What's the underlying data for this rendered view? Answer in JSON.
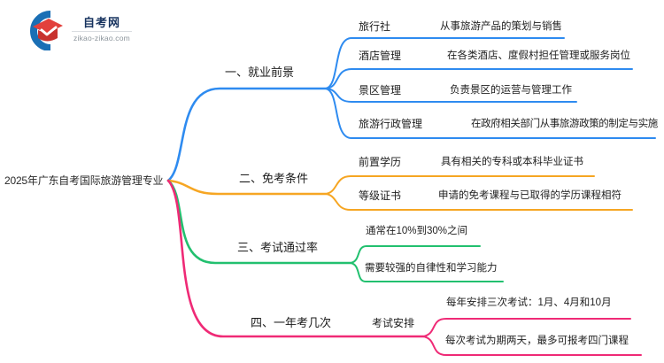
{
  "logo": {
    "title": "自考网",
    "domain": "zikao-zikao.com",
    "colors": {
      "icon_blue": "#1A6FB5",
      "icon_red": "#E2403C",
      "icon_red_dark": "#C8332F",
      "title": "#17335F",
      "domain": "#8B949B"
    }
  },
  "root": {
    "title": "2025年广东自考国际旅游管理专业"
  },
  "branches": [
    {
      "label": "一、就业前景",
      "color": "#2E8BF0",
      "children": [
        {
          "keyword": "旅行社",
          "desc": "从事旅游产品的策划与销售"
        },
        {
          "keyword": "酒店管理",
          "desc": "在各类酒店、度假村担任管理或服务岗位"
        },
        {
          "keyword": "景区管理",
          "desc": "负责景区的运营与管理工作"
        },
        {
          "keyword": "旅游行政管理",
          "desc": "在政府相关部门从事旅游政策的制定与实施"
        }
      ]
    },
    {
      "label": "二、免考条件",
      "color": "#F6A623",
      "children": [
        {
          "keyword": "前置学历",
          "desc": "具有相关的专科或本科毕业证书"
        },
        {
          "keyword": "等级证书",
          "desc": "申请的免考课程与已取得的学历课程相符"
        }
      ]
    },
    {
      "label": "三、考试通过率",
      "color": "#22C06F",
      "children": [
        {
          "desc": "通常在10%到30%之间"
        },
        {
          "desc": "需要较强的自律性和学习能力"
        }
      ]
    },
    {
      "label": "四、一年考几次",
      "color": "#EF2A76",
      "sub_label": "考试安排",
      "children": [
        {
          "desc": "每年安排三次考试：1月、4月和10月"
        },
        {
          "desc": "每次考试为期两天，最多可报考四门课程"
        }
      ]
    }
  ]
}
